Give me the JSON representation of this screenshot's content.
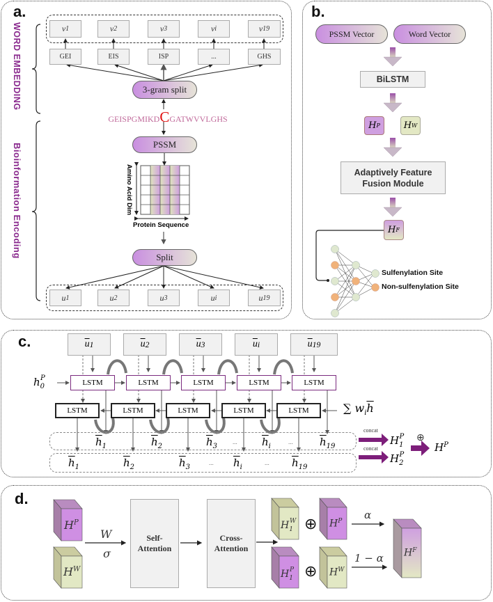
{
  "panel_a": {
    "label": "a.",
    "section_word": "WORD EMBEDDING",
    "section_bio": "Bioinformation Encoding",
    "v_vectors": [
      "v1",
      "v2",
      "v3",
      "vi",
      "v19"
    ],
    "v_base": "v",
    "v_subs": [
      "1",
      "2",
      "3",
      "i",
      "19"
    ],
    "trigrams": [
      "GEI",
      "EIS",
      "ISP",
      "...",
      "GHS"
    ],
    "three_gram": "3-gram split",
    "sequence_left": "GEISPGMIKD",
    "sequence_center": "C",
    "sequence_right": "GATWVVLGHS",
    "pssm": "PSSM",
    "axis_y": "Amino Acid Dim",
    "axis_x": "Protein Sequence",
    "split": "Split",
    "u_base": "u",
    "u_subs": [
      "1",
      "2",
      "3",
      "i",
      "19"
    ]
  },
  "panel_b": {
    "label": "b.",
    "pssm_vector": "PSSM Vector",
    "word_vector": "Word Vector",
    "bilstm": "BiLSTM",
    "hp_base": "H",
    "hp_sup": "P",
    "hw_base": "H",
    "hw_sup": "W",
    "fusion_line1": "Adaptively Feature",
    "fusion_line2": "Fusion Module",
    "hf_base": "H",
    "hf_sup": "F",
    "out_pos": "Sulfenylation Site",
    "out_neg": "Non-sulfenylation Site"
  },
  "panel_c": {
    "label": "c.",
    "u_base": "u",
    "u_subs": [
      "1",
      "2",
      "3",
      "i",
      "19"
    ],
    "lstm": "LSTM",
    "h0": "h",
    "h0_sub": "0",
    "h0_sup": "P",
    "sum_label": "∑ w",
    "sum_sub": "i",
    "fwd_subs": [
      "1",
      "2",
      "3",
      "...",
      "i",
      "...",
      "19"
    ],
    "bwd_subs": [
      "1",
      "2",
      "3",
      "...",
      "i",
      "...",
      "19"
    ],
    "concat": "concat",
    "h1": "H",
    "h1_sup": "P",
    "h1_sub": "1",
    "h2": "H",
    "h2_sup": "P",
    "h2_sub": "2",
    "oplus": "⊕",
    "hp": "H",
    "hp_sup": "P"
  },
  "panel_d": {
    "label": "d.",
    "hp": "H",
    "hp_sup": "P",
    "hw": "H",
    "hw_sup": "W",
    "w": "W",
    "sigma": "σ",
    "self_att_1": "Self-",
    "self_att_2": "Attention",
    "cross_att_1": "Cross-",
    "cross_att_2": "Attention",
    "h1w": "H",
    "h1w_sup": "W",
    "h1w_sub": "1",
    "h1p": "H",
    "h1p_sup": "P",
    "h1p_sub": "1",
    "oplus": "⊕",
    "alpha": "α",
    "one_minus_alpha": "1 − α",
    "hf": "H",
    "hf_sup": "F"
  },
  "colors": {
    "purple": "#c98fe0",
    "green": "#e2e8c4",
    "accent_text": "#8a2a8e",
    "sequence": "#c0699a",
    "highlight": "#e01010",
    "arrow_purple": "#7d1e7a"
  }
}
